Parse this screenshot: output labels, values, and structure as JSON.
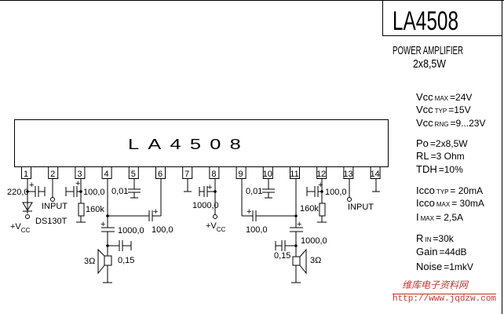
{
  "title_block": {
    "part": "LA4508",
    "function": "POWER AMPLIFIER",
    "power": "2x8,5W"
  },
  "ic": {
    "label": "LA4508",
    "pins": [
      "1",
      "2",
      "3",
      "4",
      "5",
      "6",
      "7",
      "8",
      "9",
      "10",
      "11",
      "12",
      "13",
      "14"
    ]
  },
  "components": {
    "c_pin1": "220,0",
    "diode": "DS130T",
    "vcc_left": "+V",
    "vcc_sub": "CC",
    "input_left": "INPUT",
    "c_pin3": "100,0",
    "r_pin3": "160k",
    "c_pin5": "0,01",
    "c_pin6": "100,0",
    "c_out_left": "1000,0",
    "c_zobel_left": "0,15",
    "spk_left": "3Ω",
    "c_pin8": "1000,0",
    "vcc_right": "+V",
    "vcc_right_sub": "CC",
    "c_pin10": "0,01",
    "c_pin9": "100,0",
    "c_out_right": "1000,0",
    "c_zobel_right": "0,15",
    "spk_right": "3Ω",
    "r_pin12": "160k",
    "c_pin12": "100,0",
    "input_right": "INPUT",
    "plus": "+"
  },
  "specs": [
    {
      "name": "Vcc",
      "sub": "MAX",
      "value": "=24V"
    },
    {
      "name": "Vcc",
      "sub": "TYP",
      "value": "=15V"
    },
    {
      "name": "Vcc",
      "sub": "RNG",
      "value": "=9...23V"
    },
    {
      "name": "Po",
      "sub": "",
      "value": "=2x8,5W"
    },
    {
      "name": "RL",
      "sub": "",
      "value": "=3 Ohm"
    },
    {
      "name": "TDH",
      "sub": "",
      "value": "=10%"
    },
    {
      "name": "Icco",
      "sub": "TYP",
      "value": "= 20mA"
    },
    {
      "name": "Icco",
      "sub": "MAX",
      "value": "= 30mA"
    },
    {
      "name": "I",
      "sub": "MAX",
      "value": "=    2,5A"
    },
    {
      "name": "R",
      "sub": "IN",
      "value": "=30k"
    },
    {
      "name": "Gain",
      "sub": "",
      "value": "=44dB"
    },
    {
      "name": "Noise",
      "sub": "",
      "value": "=1mkV"
    }
  ],
  "watermark": {
    "cn": "维库电子资料网",
    "url": "http://www.jqdzw.com"
  }
}
